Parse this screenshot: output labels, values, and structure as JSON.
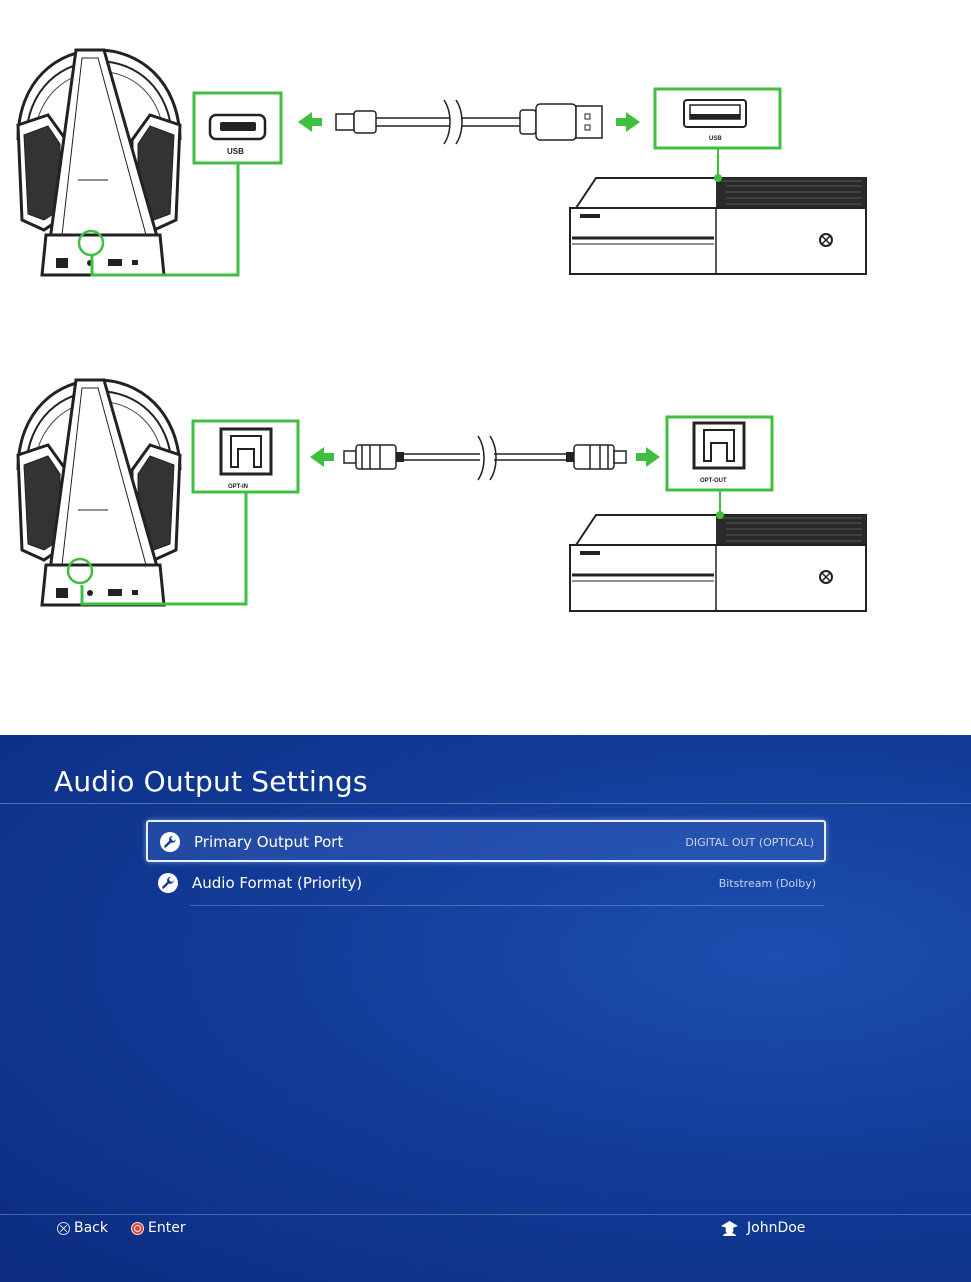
{
  "diagram": {
    "top_section": {
      "base_port_label": "USB",
      "console_port_label": "USB"
    },
    "bottom_section": {
      "base_port_label": "OPT-IN",
      "console_port_label": "OPT-OUT"
    },
    "accent_color": "#3fbf3f"
  },
  "settings": {
    "title": "Audio Output Settings",
    "items": [
      {
        "label": "Primary Output Port",
        "value": "DIGITAL OUT (OPTICAL)",
        "icon": "wrench-icon",
        "selected": true
      },
      {
        "label": "Audio Format (Priority)",
        "value": "Bitstream (Dolby)",
        "icon": "wrench-icon",
        "selected": false
      }
    ]
  },
  "footer": {
    "back_label": "Back",
    "enter_label": "Enter",
    "username": "JohnDoe"
  },
  "colors": {
    "background_blue": "#123c98",
    "selection_border": "#e8eefc",
    "circle_button_red": "#d9473f"
  }
}
